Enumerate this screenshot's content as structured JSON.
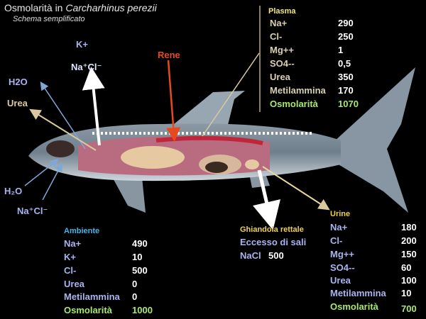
{
  "title": {
    "prefix": "Osmolarità in ",
    "species": "Carcharhinus perezii"
  },
  "subtitle": "Schema semplificato",
  "labels": {
    "k_plus_top": "K+",
    "nacl_top": "Na⁺Cl⁻",
    "h2o_top": "H2O",
    "urea_left": "Urea",
    "rene": "Rene",
    "h2o_bottom": "H₂O",
    "nacl_bottom": "Na⁺Cl⁻"
  },
  "plasma": {
    "title": "Plasma",
    "rows": [
      {
        "name": "Na+",
        "value": "290"
      },
      {
        "name": "Cl-",
        "value": "250"
      },
      {
        "name": "Mg++",
        "value": "1"
      },
      {
        "name": "SO4--",
        "value": "0,5"
      },
      {
        "name": "Urea",
        "value": "350"
      },
      {
        "name": "Metilammina",
        "value": "170"
      },
      {
        "name": "Osmolarità",
        "value": "1070"
      }
    ]
  },
  "ambiente": {
    "title": "Ambiente",
    "rows": [
      {
        "name": "Na+",
        "value": "490"
      },
      {
        "name": "K+",
        "value": "10"
      },
      {
        "name": "Cl-",
        "value": "500"
      },
      {
        "name": "Urea",
        "value": "0"
      },
      {
        "name": "Metilammina",
        "value": "0"
      },
      {
        "name": "Osmolarità",
        "value": "1000"
      }
    ]
  },
  "ghiandola": {
    "title": "Ghiandola rettale",
    "line1": "Eccesso di sali",
    "nacl_label": "NaCl",
    "nacl_value": "500"
  },
  "urine": {
    "title": "Urine",
    "rows": [
      {
        "name": "Na+",
        "value": "180"
      },
      {
        "name": "Cl-",
        "value": "200"
      },
      {
        "name": "Mg++",
        "value": "150"
      },
      {
        "name": "SO4--",
        "value": "60"
      },
      {
        "name": "Urea",
        "value": "100"
      },
      {
        "name": "Metilammina",
        "value": "10"
      },
      {
        "name": "Osmolarità",
        "value": "700"
      }
    ]
  },
  "colors": {
    "plasma_title": "#f2e878",
    "plasma_names": "#d8d0b0",
    "osmolarita": "#a8e870",
    "ambiente_title": "#46b6e8",
    "ambient_names": "#a9b4f0",
    "ghiandola_title": "#f0d24a",
    "urine_title": "#f0d24a",
    "rene": "#e84a20"
  }
}
